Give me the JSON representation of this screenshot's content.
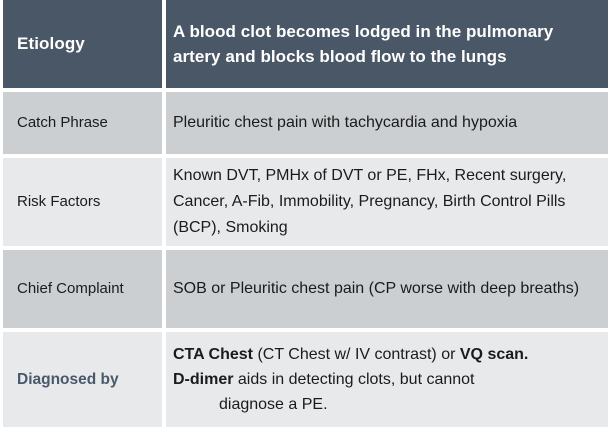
{
  "table": {
    "header": {
      "label": "Etiology",
      "content": "A blood clot becomes lodged in the pulmonary artery and blocks blood flow to the lungs"
    },
    "rows": [
      {
        "label": "Catch Phrase",
        "content": "Pleuritic chest pain with tachycardia and hypoxia"
      },
      {
        "label": "Risk Factors",
        "content": "Known DVT, PMHx of DVT or PE, FHx, Recent surgery, Cancer, A-Fib, Immobility, Pregnancy, Birth Control Pills (BCP), Smoking"
      },
      {
        "label": "Chief Complaint",
        "content": "SOB or Pleuritic chest pain (CP worse with deep breaths)"
      },
      {
        "label": "Diagnosed by",
        "content_parts": {
          "bold1": "CTA Chest",
          "plain1": " (CT Chest w/ IV contrast)  or ",
          "bold2": "VQ scan.",
          "bold3": "D-dimer",
          "plain2": " aids in detecting clots, but cannot",
          "plain3": "diagnose a PE."
        }
      }
    ]
  },
  "colors": {
    "header_bg": "#4a5766",
    "row_shade_dark": "#cccfd2",
    "row_shade_light": "#e8e9eb",
    "header_text": "#ffffff",
    "body_text": "#1b1b1b",
    "accent_label": "#49586b",
    "divider": "#ffffff"
  }
}
